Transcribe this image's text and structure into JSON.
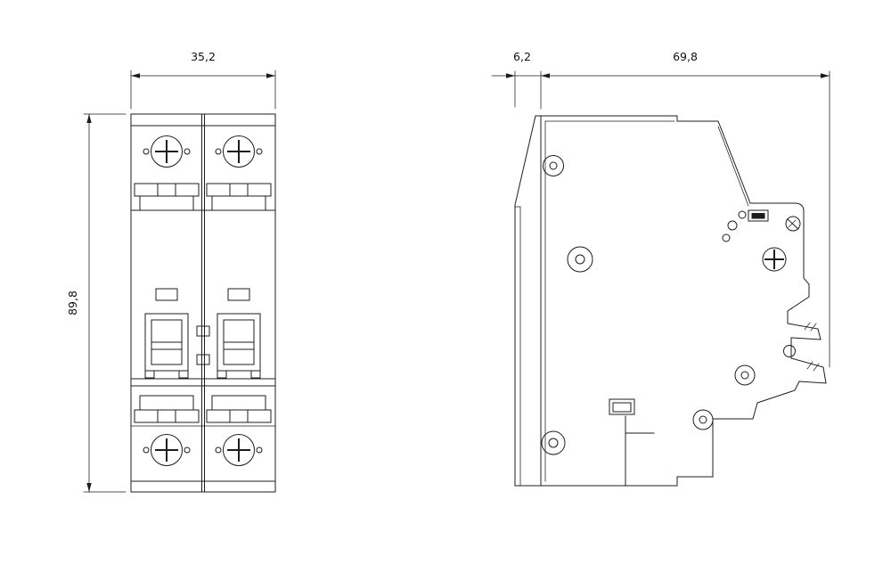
{
  "page": {
    "background": "#ffffff",
    "line_color": "#1c1c1c",
    "dim_text_color": "#111111"
  },
  "dimensions": {
    "front_width": "35,2",
    "front_height": "89,8",
    "side_lip": "6,2",
    "side_depth": "69,8"
  }
}
